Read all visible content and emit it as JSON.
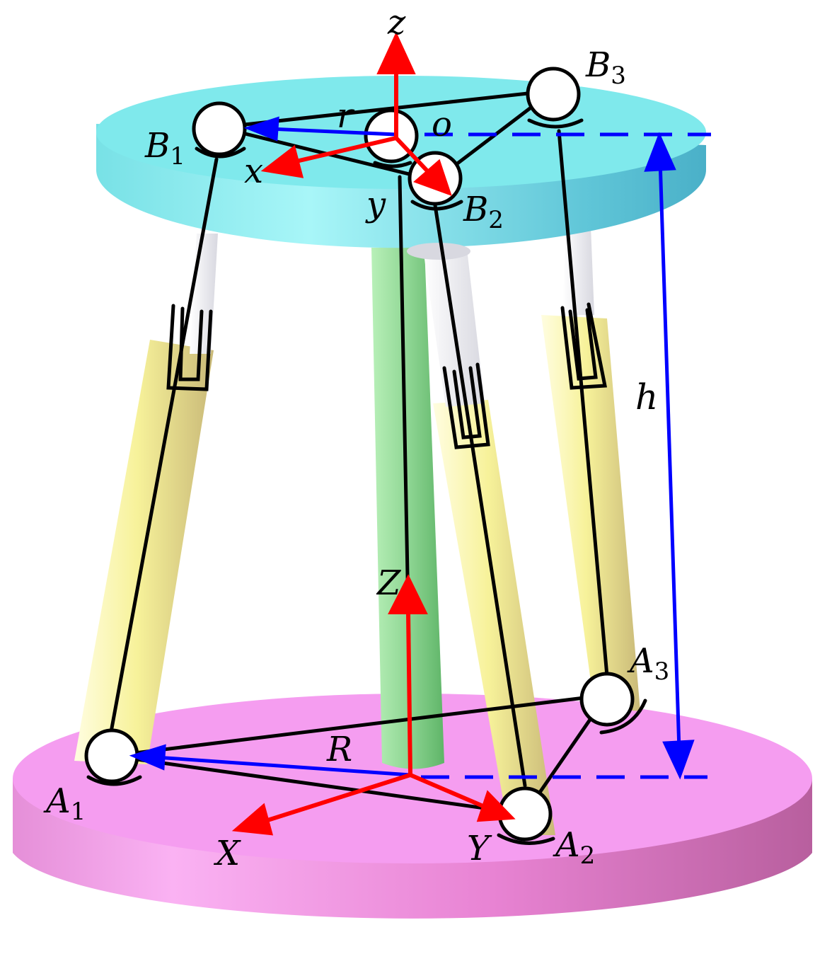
{
  "labels": {
    "z_upper": "z",
    "x_upper": "x",
    "y_upper": "y",
    "o_upper": "o",
    "r_radius": "r",
    "Z_lower": "Z",
    "X_lower": "X",
    "Y_lower": "Y",
    "R_radius": "R",
    "h_height": "h",
    "B1": {
      "letter": "B",
      "index": "1"
    },
    "B2": {
      "letter": "B",
      "index": "2"
    },
    "B3": {
      "letter": "B",
      "index": "3"
    },
    "A1": {
      "letter": "A",
      "index": "1"
    },
    "A2": {
      "letter": "A",
      "index": "2"
    },
    "A3": {
      "letter": "A",
      "index": "3"
    }
  },
  "colors": {
    "upper_platform": "#7fe9ec",
    "base_platform": "#f59df0",
    "actuator": "#f6f1a0",
    "center_column": "#8fd694",
    "axes": "#ff0000",
    "dimension": "#0000ff",
    "links": "#000000"
  }
}
